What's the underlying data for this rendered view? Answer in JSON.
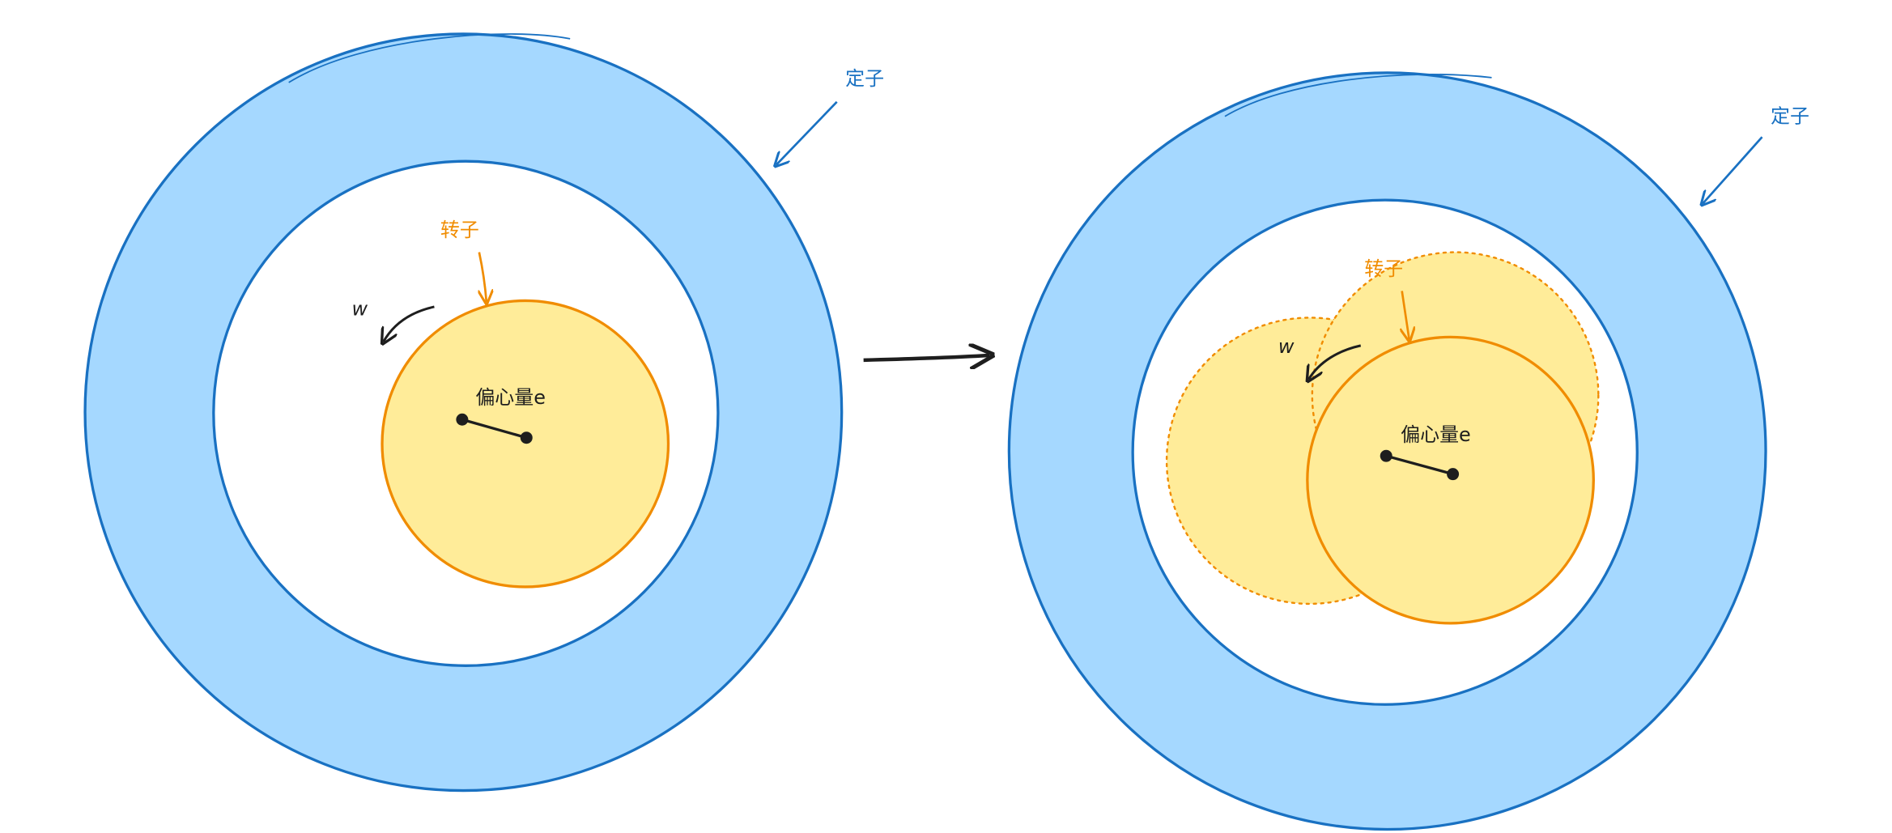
{
  "colors": {
    "stator_fill": "#a5d8ff",
    "stator_stroke": "#1971c2",
    "rotor_fill": "#ffec99",
    "rotor_stroke": "#f08c00",
    "ink": "#1e1e1e",
    "background": "#ffffff"
  },
  "left": {
    "stator_label": "定子",
    "rotor_label": "转子",
    "omega_label": "w",
    "eccentricity_label": "偏心量e"
  },
  "right": {
    "stator_label": "定子",
    "rotor_label": "转子",
    "omega_label": "w",
    "eccentricity_label": "偏心量e"
  }
}
